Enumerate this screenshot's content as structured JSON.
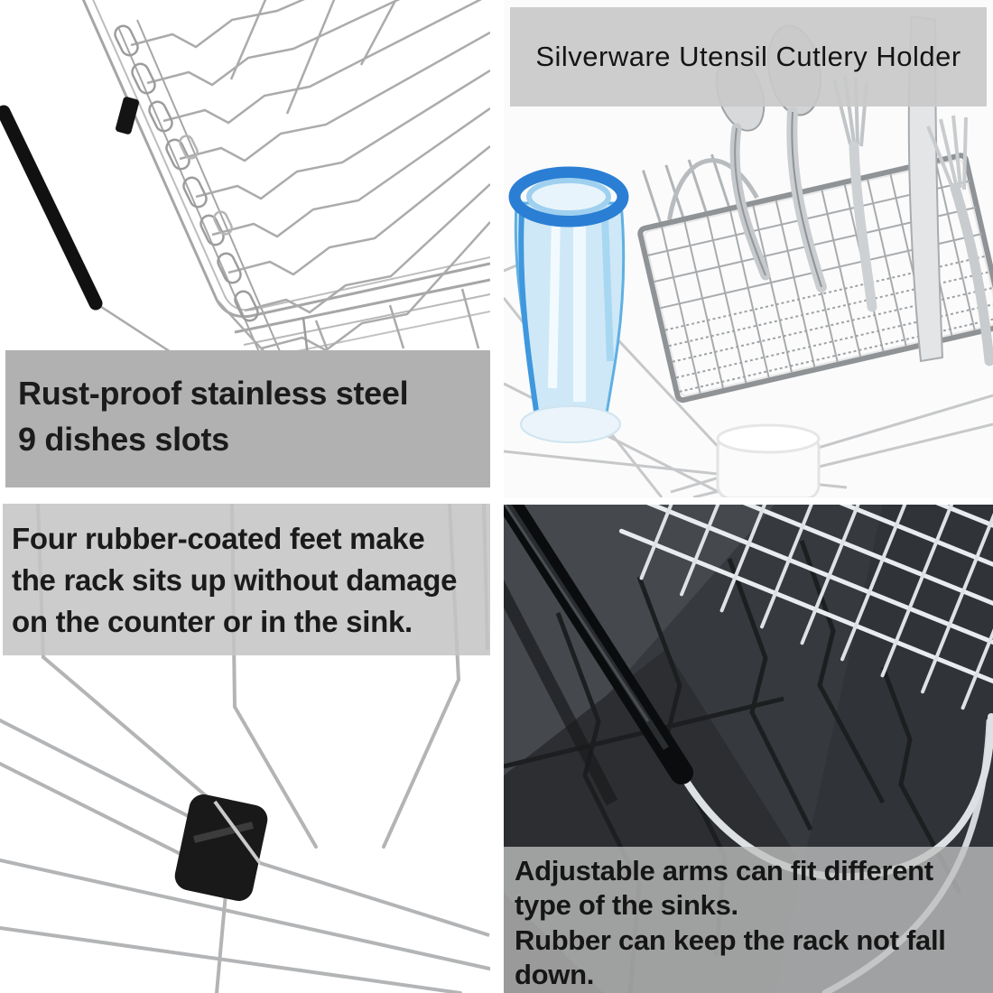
{
  "panels": {
    "top_left": {
      "caption": {
        "line1": "Rust-proof stainless steel",
        "line2": "9 dishes slots"
      }
    },
    "top_right": {
      "title": "Silverware Utensil Cutlery Holder"
    },
    "bottom_left": {
      "caption": {
        "line1": "Four rubber-coated feet make",
        "line2": "the rack sits up without damage",
        "line3": "on the counter or in the sink."
      }
    },
    "bottom_right": {
      "caption": {
        "line1": "Adjustable arms can fit different",
        "line2": "type of the sinks.",
        "line3": "Rubber can keep the rack not fall",
        "line4": "down."
      }
    }
  },
  "colors": {
    "caption_text": "#1b1b1b",
    "band_top_left": "#b1b1b1",
    "band_title": "#c9c9c9",
    "band_bottom_left": "#c4c4c4",
    "band_bottom_right": "#c0c0c0",
    "chrome_wire": "#a8a8a8",
    "glass_blue_rim": "#2a7fd4",
    "glass_blue_body": "#cfe8f7",
    "rubber_black": "#161616",
    "sink_dark": "#35383c"
  }
}
